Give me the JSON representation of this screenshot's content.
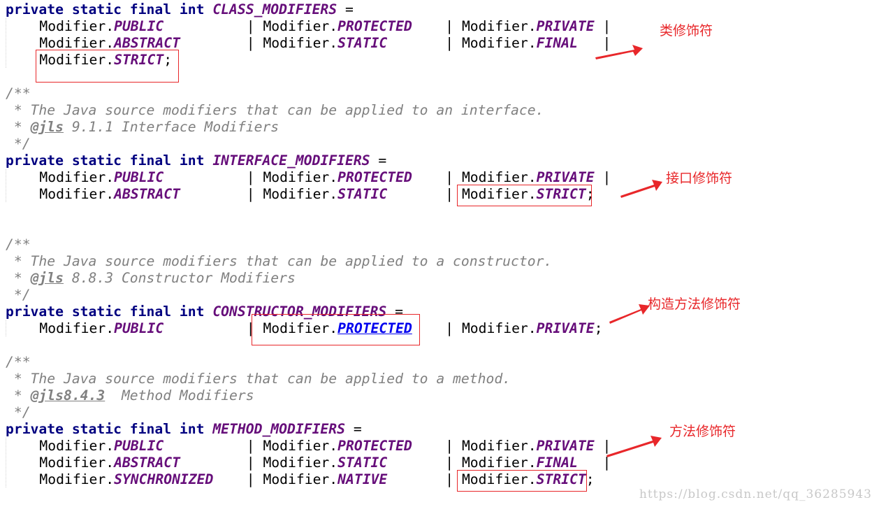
{
  "lines": [
    [
      {
        "t": "private static final int ",
        "c": "kw"
      },
      {
        "t": "CLASS_MODIFIERS",
        "c": "const"
      },
      {
        "t": " =",
        "c": ""
      }
    ],
    [
      {
        "t": "    Modifier.",
        "c": "indent"
      },
      {
        "t": "PUBLIC",
        "c": "const"
      },
      {
        "t": "          | Modifier.",
        "c": ""
      },
      {
        "t": "PROTECTED",
        "c": "const"
      },
      {
        "t": "    | Modifier.",
        "c": ""
      },
      {
        "t": "PRIVATE",
        "c": "const"
      },
      {
        "t": " |",
        "c": ""
      }
    ],
    [
      {
        "t": "    Modifier.",
        "c": "indent"
      },
      {
        "t": "ABSTRACT",
        "c": "const"
      },
      {
        "t": "        | Modifier.",
        "c": ""
      },
      {
        "t": "STATIC",
        "c": "const"
      },
      {
        "t": "       | Modifier.",
        "c": ""
      },
      {
        "t": "FINAL",
        "c": "const"
      },
      {
        "t": "   |",
        "c": ""
      }
    ],
    [
      {
        "t": "    Modifier.",
        "c": "indent"
      },
      {
        "t": "STRICT",
        "c": "const"
      },
      {
        "t": ";",
        "c": ""
      }
    ],
    [],
    [
      {
        "t": "/**",
        "c": "comment"
      }
    ],
    [
      {
        "t": " * The Java source modifiers that can be applied to an interface.",
        "c": "comment"
      }
    ],
    [
      {
        "t": " * ",
        "c": "comment"
      },
      {
        "t": "@jls",
        "c": "tag"
      },
      {
        "t": " 9.1.1 Interface Modifiers",
        "c": "comment"
      }
    ],
    [
      {
        "t": " */",
        "c": "comment"
      }
    ],
    [
      {
        "t": "private static final int ",
        "c": "kw"
      },
      {
        "t": "INTERFACE_MODIFIERS",
        "c": "const"
      },
      {
        "t": " =",
        "c": ""
      }
    ],
    [
      {
        "t": "    Modifier.",
        "c": "indent"
      },
      {
        "t": "PUBLIC",
        "c": "const"
      },
      {
        "t": "          | Modifier.",
        "c": ""
      },
      {
        "t": "PROTECTED",
        "c": "const"
      },
      {
        "t": "    | Modifier.",
        "c": ""
      },
      {
        "t": "PRIVATE",
        "c": "const"
      },
      {
        "t": " |",
        "c": ""
      }
    ],
    [
      {
        "t": "    Modifier.",
        "c": "indent"
      },
      {
        "t": "ABSTRACT",
        "c": "const"
      },
      {
        "t": "        | Modifier.",
        "c": ""
      },
      {
        "t": "STATIC",
        "c": "const"
      },
      {
        "t": "       | Modifier.",
        "c": ""
      },
      {
        "t": "STRICT",
        "c": "const"
      },
      {
        "t": ";",
        "c": ""
      }
    ],
    [],
    [],
    [
      {
        "t": "/**",
        "c": "comment"
      }
    ],
    [
      {
        "t": " * The Java source modifiers that can be applied to a constructor.",
        "c": "comment"
      }
    ],
    [
      {
        "t": " * ",
        "c": "comment"
      },
      {
        "t": "@jls",
        "c": "tag"
      },
      {
        "t": " 8.8.3 Constructor Modifiers",
        "c": "comment"
      }
    ],
    [
      {
        "t": " */",
        "c": "comment"
      }
    ],
    [
      {
        "t": "private static final int ",
        "c": "kw"
      },
      {
        "t": "CONSTRUCTOR_MODIFIERS",
        "c": "const"
      },
      {
        "t": " =",
        "c": ""
      }
    ],
    [
      {
        "t": "    Modifier.",
        "c": "indent"
      },
      {
        "t": "PUBLIC",
        "c": "const"
      },
      {
        "t": "          | Modifier.",
        "c": ""
      },
      {
        "t": "PROTECTED",
        "c": "const link"
      },
      {
        "t": "    | Modifier.",
        "c": ""
      },
      {
        "t": "PRIVATE",
        "c": "const"
      },
      {
        "t": ";",
        "c": ""
      }
    ],
    [],
    [
      {
        "t": "/**",
        "c": "comment"
      }
    ],
    [
      {
        "t": " * The Java source modifiers that can be applied to a method.",
        "c": "comment"
      }
    ],
    [
      {
        "t": " * ",
        "c": "comment"
      },
      {
        "t": "@jls8.4.3",
        "c": "tag"
      },
      {
        "t": "  Method Modifiers",
        "c": "comment"
      }
    ],
    [
      {
        "t": " */",
        "c": "comment"
      }
    ],
    [
      {
        "t": "private static final int ",
        "c": "kw"
      },
      {
        "t": "METHOD_MODIFIERS",
        "c": "const"
      },
      {
        "t": " =",
        "c": ""
      }
    ],
    [
      {
        "t": "    Modifier.",
        "c": "indent"
      },
      {
        "t": "PUBLIC",
        "c": "const"
      },
      {
        "t": "          | Modifier.",
        "c": ""
      },
      {
        "t": "PROTECTED",
        "c": "const"
      },
      {
        "t": "    | Modifier.",
        "c": ""
      },
      {
        "t": "PRIVATE",
        "c": "const"
      },
      {
        "t": " |",
        "c": ""
      }
    ],
    [
      {
        "t": "    Modifier.",
        "c": "indent"
      },
      {
        "t": "ABSTRACT",
        "c": "const"
      },
      {
        "t": "        | Modifier.",
        "c": ""
      },
      {
        "t": "STATIC",
        "c": "const"
      },
      {
        "t": "       | Modifier.",
        "c": ""
      },
      {
        "t": "FINAL",
        "c": "const"
      },
      {
        "t": "   |",
        "c": ""
      }
    ],
    [
      {
        "t": "    Modifier.",
        "c": "indent"
      },
      {
        "t": "SYNCHRONIZED",
        "c": "const"
      },
      {
        "t": "    | Modifier.",
        "c": ""
      },
      {
        "t": "NATIVE",
        "c": "const"
      },
      {
        "t": "       | Modifier.",
        "c": ""
      },
      {
        "t": "STRICT",
        "c": "const"
      },
      {
        "t": ";",
        "c": ""
      }
    ]
  ],
  "annotations": {
    "class_modifiers": "类修饰符",
    "interface_modifiers": "接口修饰符",
    "constructor_modifiers": "构造方法修饰符",
    "method_modifiers": "方法修饰符"
  },
  "colors": {
    "keyword": "#000080",
    "constant": "#660e7a",
    "comment": "#808080",
    "annotation_red": "#e8272a"
  },
  "watermark": "https://blog.csdn.net/qq_36285943"
}
